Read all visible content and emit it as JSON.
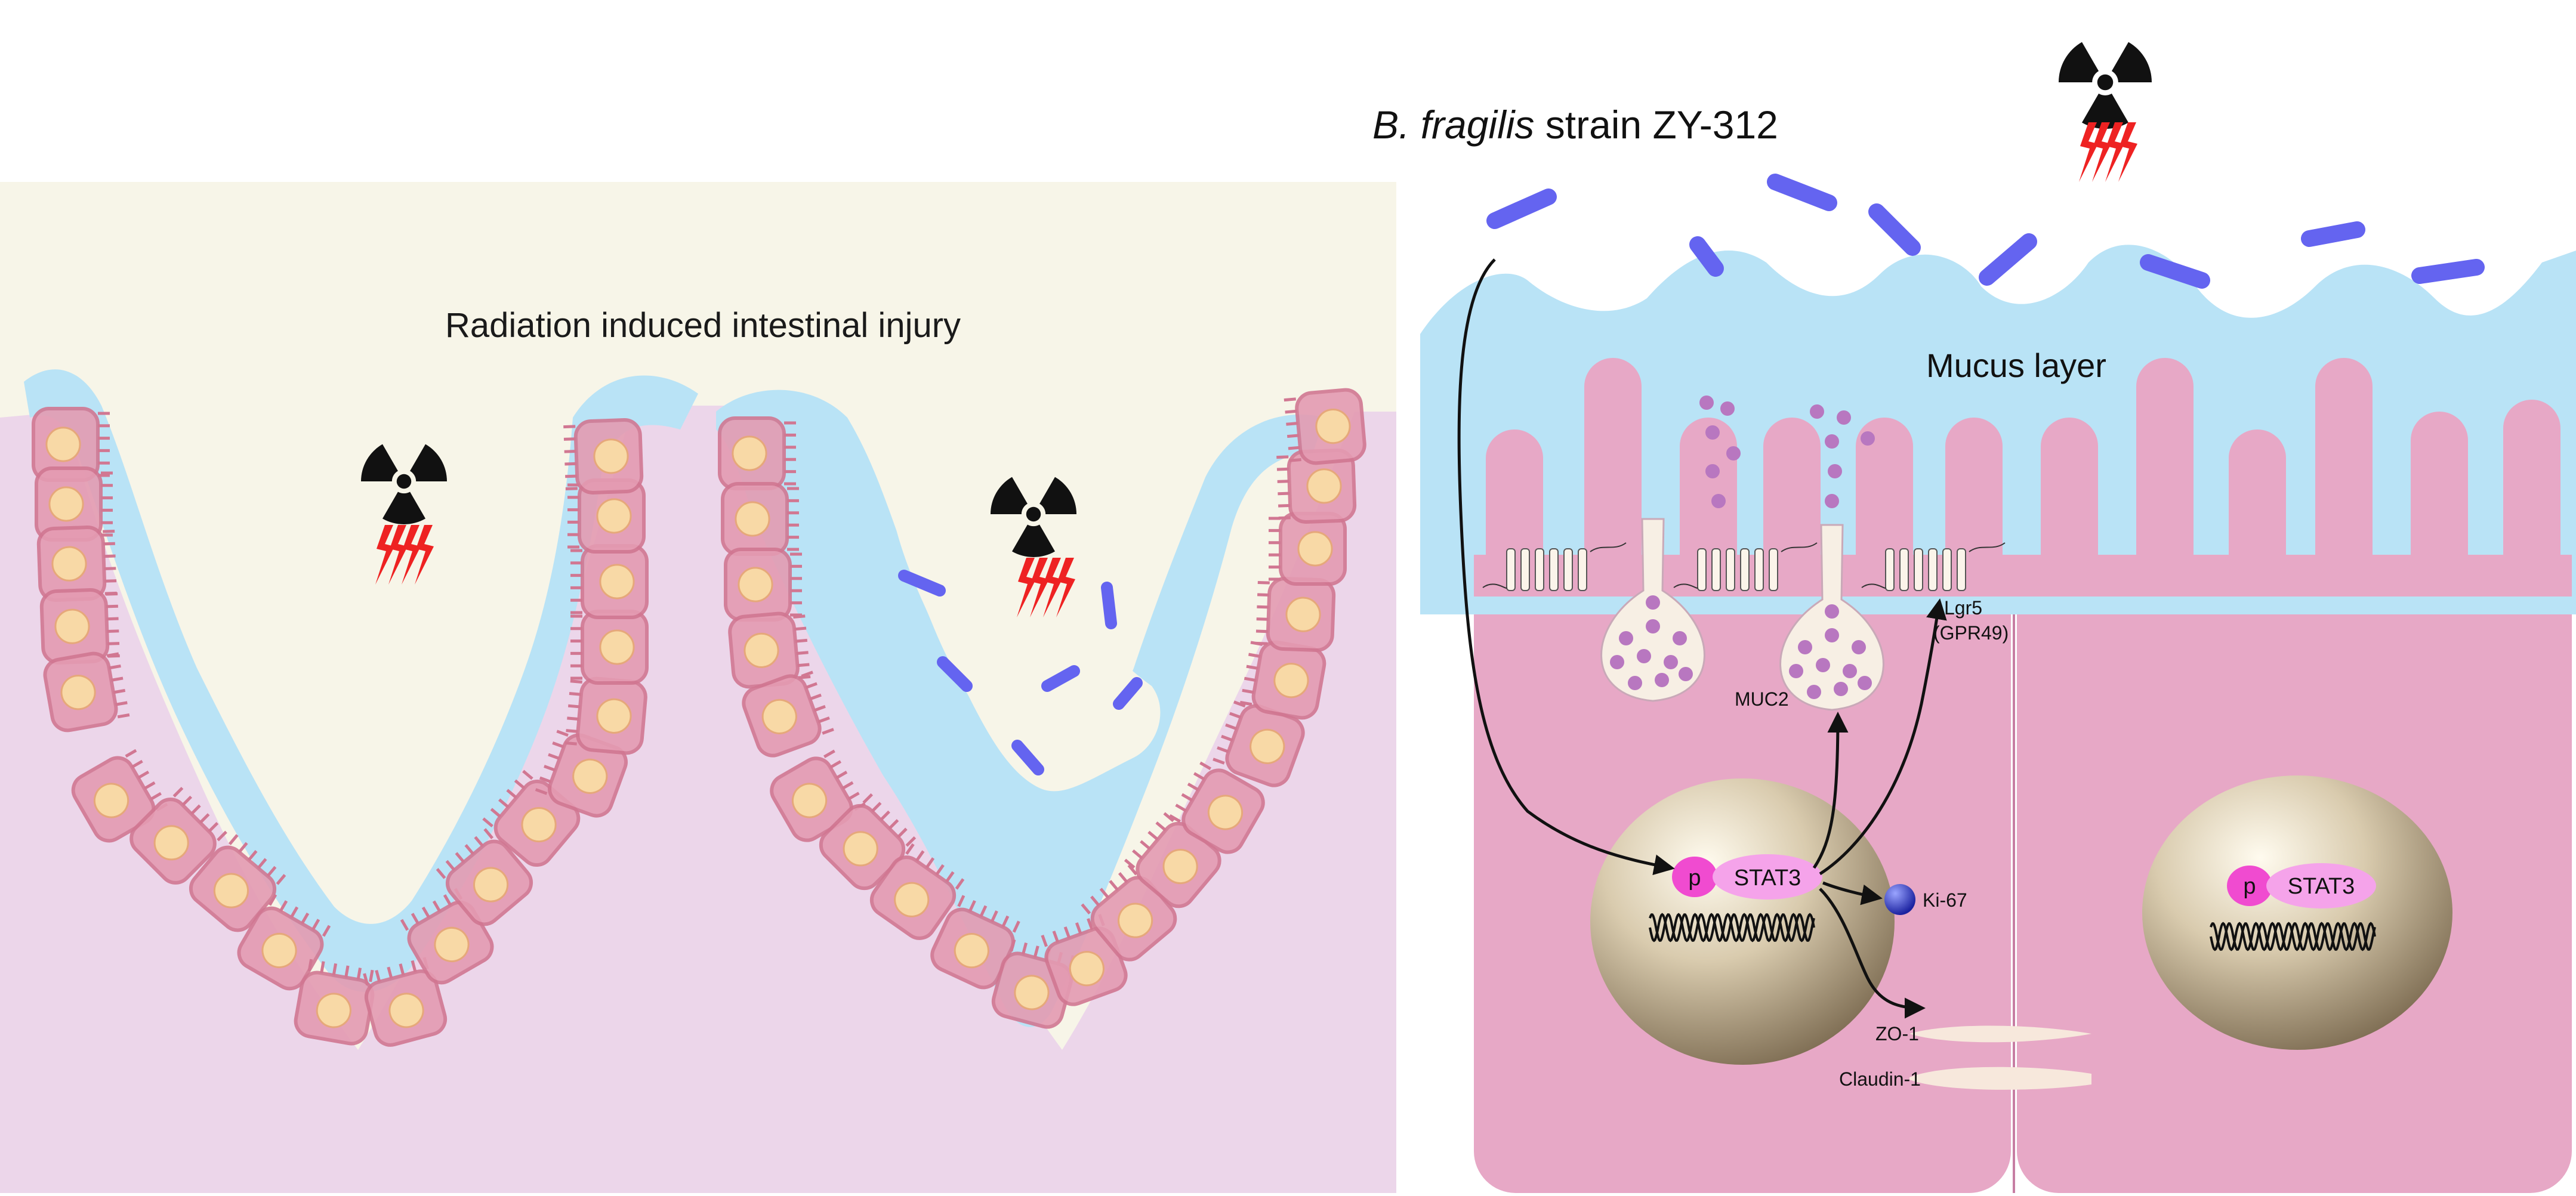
{
  "left_panel": {
    "title": "Radiation induced intestinal injury"
  },
  "right_panel": {
    "strain_label": {
      "italic": "B. fragilis",
      "rest": " strain ZY-312"
    },
    "mucus_label": "Mucus layer",
    "labels": {
      "muc2": "MUC2",
      "lgr5": "Lgr5",
      "gpr49": "(GPR49)",
      "p": "p",
      "stat3": "STAT3",
      "ki67": "Ki-67",
      "zo1": "ZO-1",
      "claudin1": "Claudin-1"
    }
  },
  "colors": {
    "lumen": "#f7f5e8",
    "tissue": "#ecd6ea",
    "mucus": "#b9e3f6",
    "cell_fill": "#e49bb2",
    "cell_stroke": "#d17792",
    "nucleus": "#f8d9a6",
    "bacteria": "#6464f0",
    "epithelium": "#e7a8c6",
    "goblet": "#f7efe4",
    "granule": "#b877c0",
    "p_badge": "#f04bd0",
    "stat3_badge": "#f5a3ea",
    "ki67": "#2f3bd6",
    "radiation_bolt": "#ee2222"
  },
  "icons": [
    "radiation-icon",
    "radiation-bolt-icon",
    "bacterium-icon",
    "dna-helix-icon"
  ]
}
